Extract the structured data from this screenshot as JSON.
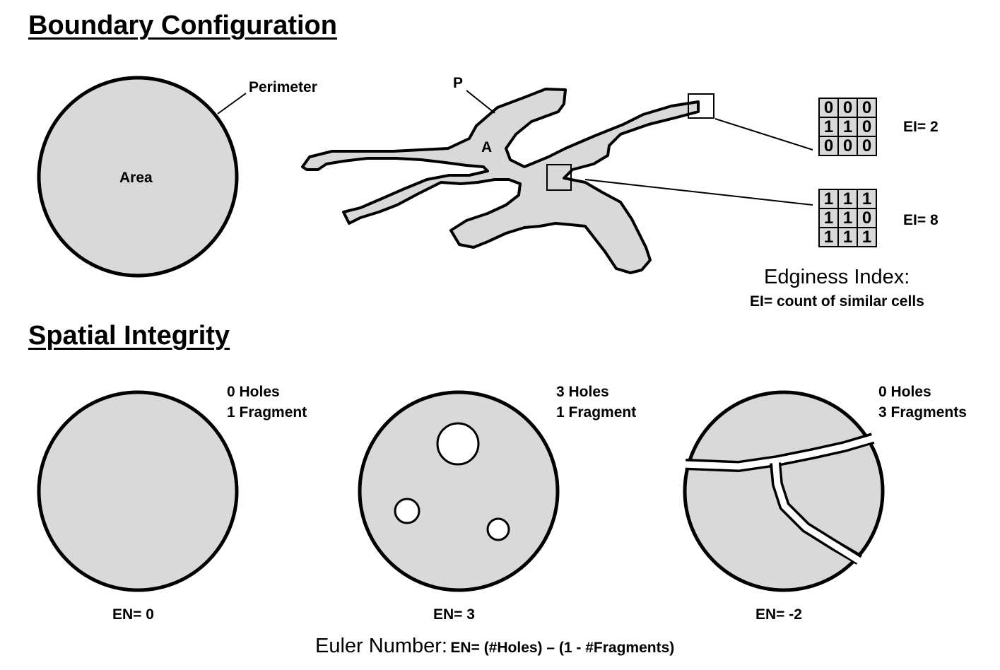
{
  "boundary": {
    "heading": "Boundary Configuration",
    "circle": {
      "area_label": "Area",
      "perimeter_label": "Perimeter"
    },
    "shape": {
      "p_label": "P",
      "a_label": "A"
    },
    "grid_top": {
      "rows": [
        [
          "0",
          "0",
          "0"
        ],
        [
          "1",
          "1",
          "0"
        ],
        [
          "0",
          "0",
          "0"
        ]
      ],
      "ei": "EI= 2"
    },
    "grid_bottom": {
      "rows": [
        [
          "1",
          "1",
          "1"
        ],
        [
          "1",
          "1",
          "0"
        ],
        [
          "1",
          "1",
          "1"
        ]
      ],
      "ei": "EI= 8"
    },
    "edginess_title": "Edginess Index:",
    "edginess_formula": "EI= count of similar cells"
  },
  "spatial": {
    "heading": "Spatial Integrity",
    "examples": [
      {
        "holes": "0 Holes",
        "fragments": "1 Fragment",
        "en": "EN= 0"
      },
      {
        "holes": "3 Holes",
        "fragments": "1 Fragment",
        "en": "EN= 3"
      },
      {
        "holes": "0 Holes",
        "fragments": "3 Fragments",
        "en": "EN= -2"
      }
    ],
    "euler_title": "Euler Number:",
    "euler_formula": "EN= (#Holes) – (1 - #Fragments)"
  },
  "colors": {
    "fill": "#d9d9d9",
    "stroke": "#000000",
    "background": "#ffffff"
  }
}
